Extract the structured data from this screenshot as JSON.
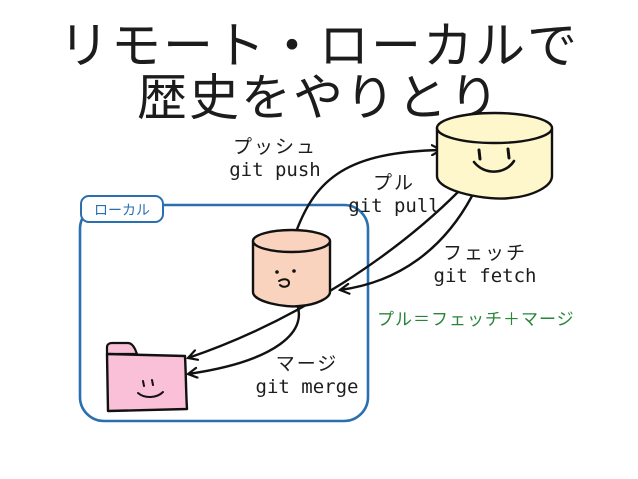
{
  "title": {
    "line1": "リモート・ローカルで",
    "line2": "歴史をやりとり"
  },
  "local_label": "ローカル",
  "operations": {
    "push": {
      "jp": "プッシュ",
      "cmd": "git push"
    },
    "pull": {
      "jp": "プル",
      "cmd": "git pull"
    },
    "fetch": {
      "jp": "フェッチ",
      "cmd": "git fetch"
    },
    "merge": {
      "jp": "マージ",
      "cmd": "git merge"
    }
  },
  "formula": "プル＝フェッチ＋マージ",
  "nodes": {
    "remote": "remote-repository-cylinder (smiling face)",
    "local_repo": "local-repository-cylinder (face)",
    "working_dir": "working-directory-folder (face)"
  },
  "colors": {
    "remote_fill": "#fff7cc",
    "local_repo_fill": "#f9d3bd",
    "folder_fill": "#f9c0d8",
    "local_box": "#2a6fb0",
    "formula": "#27853a"
  }
}
